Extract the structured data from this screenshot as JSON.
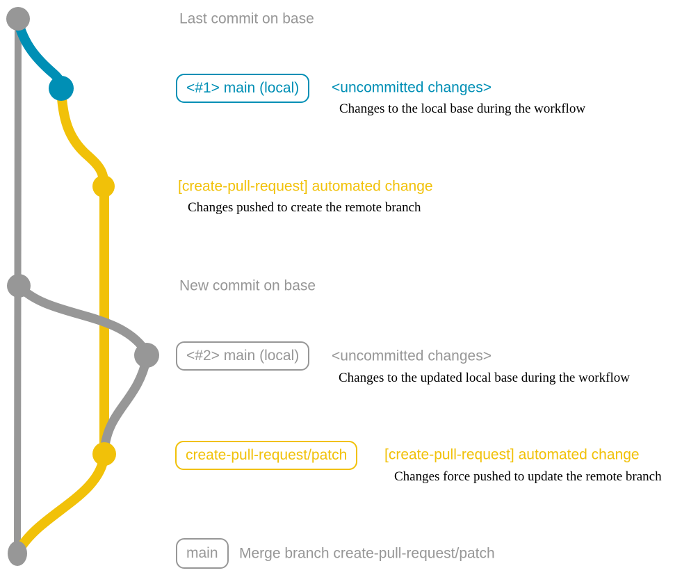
{
  "colors": {
    "base": "#979797",
    "local_main": "#008fb5",
    "patch": "#f1c109",
    "detail_text": "#000000",
    "background": "#ffffff"
  },
  "branches": [
    {
      "name": "base",
      "color": "#979797"
    },
    {
      "name": "main (local)",
      "color": "#008fb5"
    },
    {
      "name": "create-pull-request/patch",
      "color": "#f1c109"
    }
  ],
  "commits": [
    {
      "message": "Last commit on base"
    },
    {
      "tag": "<#1> main (local)",
      "message": "<uncommitted changes>",
      "detail": "Changes to the local base during the workflow"
    },
    {
      "message": "[create-pull-request] automated change",
      "detail": "Changes pushed to create the remote branch"
    },
    {
      "message": "New commit on base"
    },
    {
      "tag": "<#2> main (local)",
      "message": "<uncommitted changes>",
      "detail": "Changes to the updated local base during the workflow"
    },
    {
      "tag": "create-pull-request/patch",
      "message": "[create-pull-request] automated change",
      "detail": "Changes force pushed to update the remote branch"
    },
    {
      "tag": "main",
      "message": "Merge branch create-pull-request/patch"
    }
  ]
}
